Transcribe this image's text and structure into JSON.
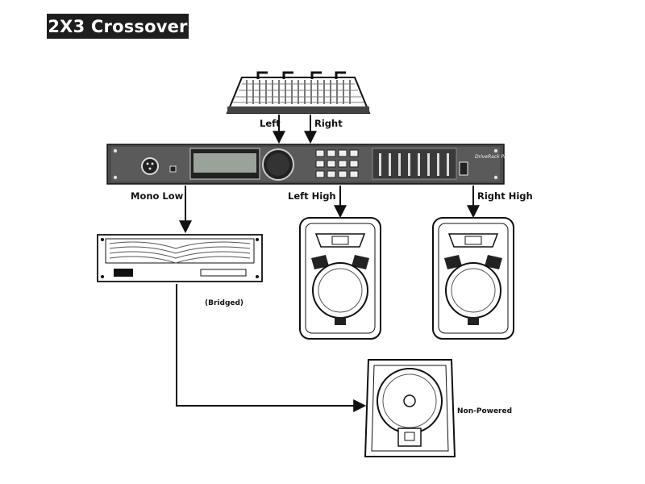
{
  "title": "2X3 Crossover",
  "labels": {
    "left": "Left",
    "right": "Right",
    "mono_low": "Mono Low",
    "left_high": "Left High",
    "right_high": "Right High",
    "bridged": "(Bridged)",
    "non_powered": "Non-Powered"
  },
  "devices": {
    "crossover": "DriveRack PA"
  }
}
